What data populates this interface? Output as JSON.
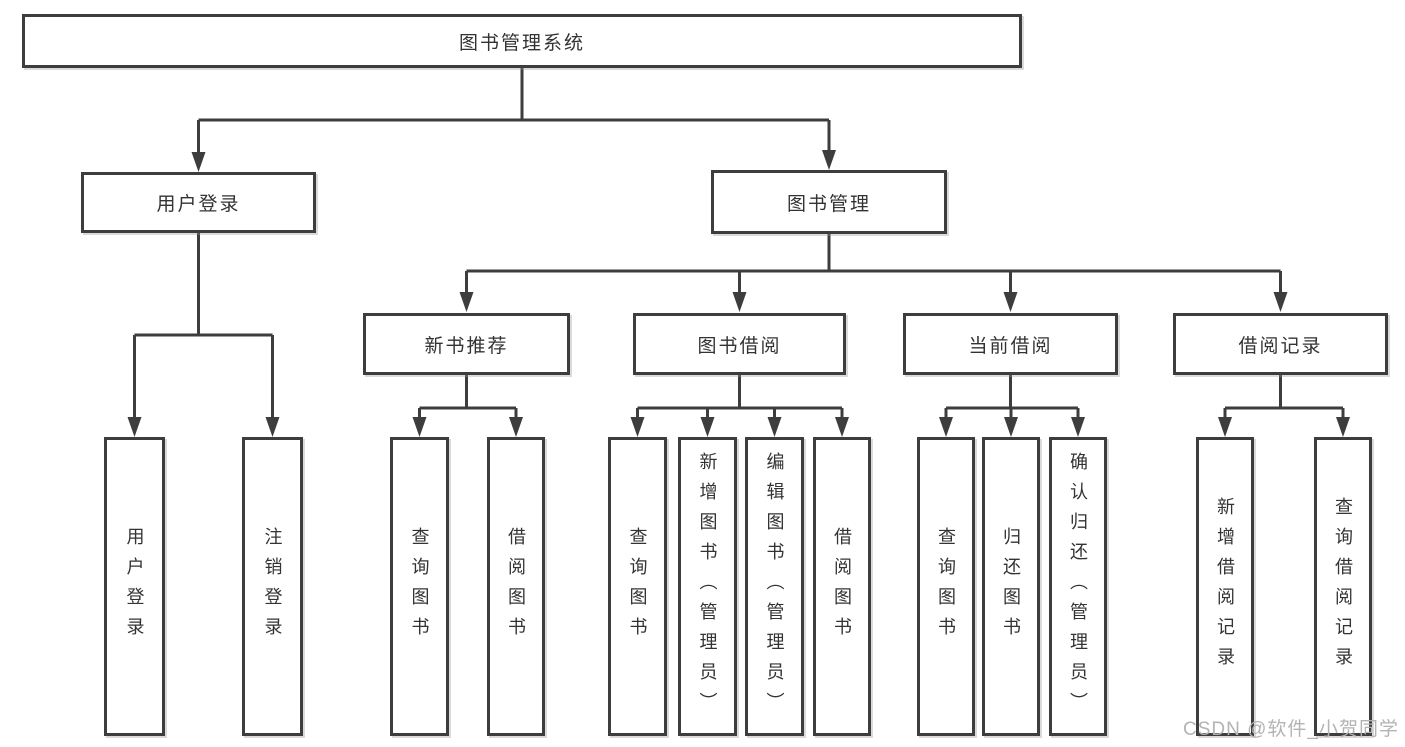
{
  "diagram_type": "hierarchy-tree",
  "tree": {
    "label": "图书管理系统",
    "children": [
      {
        "label": "用户登录",
        "children": [
          {
            "label": "用户登录"
          },
          {
            "label": "注销登录"
          }
        ]
      },
      {
        "label": "图书管理",
        "children": [
          {
            "label": "新书推荐",
            "children": [
              {
                "label": "查询图书"
              },
              {
                "label": "借阅图书"
              }
            ]
          },
          {
            "label": "图书借阅",
            "children": [
              {
                "label": "查询图书"
              },
              {
                "label": "新增图书（管理员）"
              },
              {
                "label": "编辑图书（管理员）"
              },
              {
                "label": "借阅图书"
              }
            ]
          },
          {
            "label": "当前借阅",
            "children": [
              {
                "label": "查询图书"
              },
              {
                "label": "归还图书"
              },
              {
                "label": "确认归还（管理员）"
              }
            ]
          },
          {
            "label": "借阅记录",
            "children": [
              {
                "label": "新增借阅记录"
              },
              {
                "label": "查询借阅记录"
              }
            ]
          }
        ]
      }
    ]
  },
  "watermark": "CSDN @软件_小贺同学",
  "colors": {
    "line": "#3d3d3d",
    "text": "#333333",
    "box_fill": "#ffffff",
    "background": "#ffffff",
    "watermark": "#b3b3b3"
  }
}
